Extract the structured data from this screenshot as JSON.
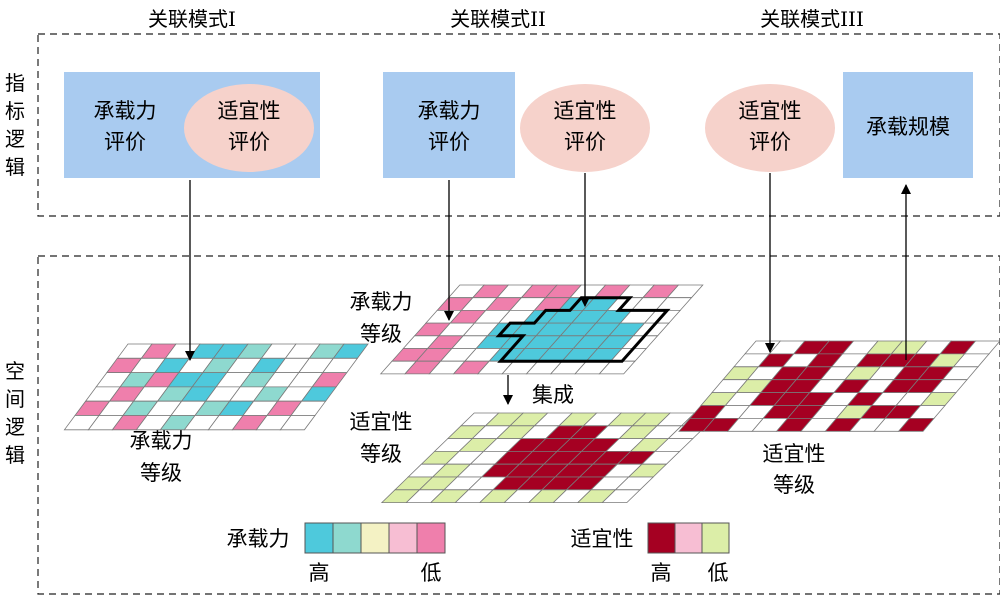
{
  "modes": [
    "关联模式I",
    "关联模式II",
    "关联模式III"
  ],
  "side_labels": {
    "index": [
      "指",
      "标",
      "逻",
      "辑"
    ],
    "space": [
      "空",
      "间",
      "逻",
      "辑"
    ]
  },
  "boxes": {
    "carrying_eval": [
      "承载力",
      "评价"
    ],
    "suit_eval": [
      "适宜性",
      "评价"
    ],
    "carrying_scale": "承载规模"
  },
  "grid_labels": {
    "carrying_grade": [
      "承载力",
      "等级"
    ],
    "suit_grade": [
      "适宜性",
      "等级"
    ],
    "integrate": "集成"
  },
  "legend": {
    "carrying_title": "承载力",
    "suit_title": "适宜性",
    "high": "高",
    "low": "低",
    "carrying_colors": [
      "#4ec9dc",
      "#8ed9cf",
      "#f4f2c4",
      "#f7bed3",
      "#ef7fac"
    ],
    "suit_colors": [
      "#a50022",
      "#f7bed3",
      "#dceea8"
    ]
  },
  "colors": {
    "box_blue": "#a9cbf0",
    "ellipse_pink": "#f6d2cb",
    "cell_stroke": "#7a7a7a",
    "frame": "#222222"
  }
}
